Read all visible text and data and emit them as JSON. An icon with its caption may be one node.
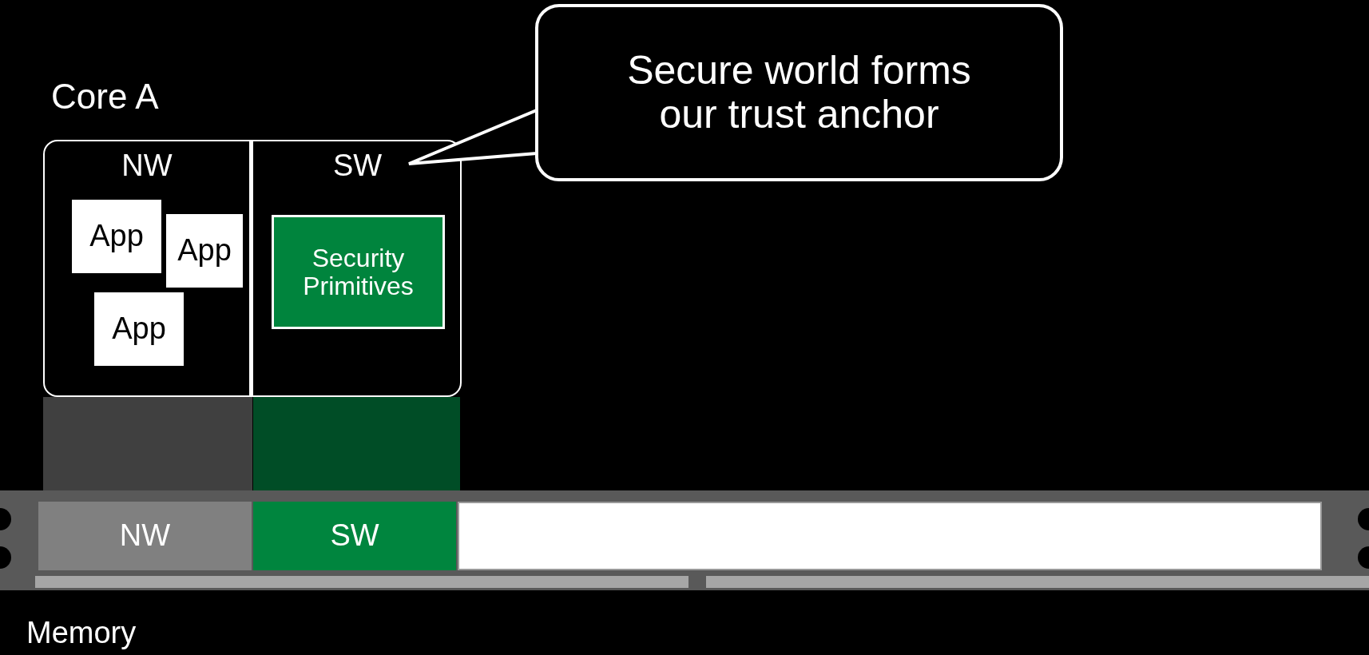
{
  "diagram": {
    "nodes": [
      {
        "text": [
          "Core A"
        ]
      },
      {
        "text": [
          "NW"
        ],
        "in": 0
      },
      {
        "text": [
          "App"
        ],
        "in": 1
      },
      {
        "text": [
          "App"
        ],
        "in": 1
      },
      {
        "text": [
          "App"
        ],
        "in": 1
      },
      {
        "text": [
          "SW"
        ],
        "in": 0
      },
      {
        "text": [
          "Security Primitives"
        ],
        "in": 5
      },
      {
        "text": [
          "Secure world forms our trust anchor"
        ]
      },
      {
        "text": [
          "Memory"
        ]
      },
      {
        "text": [
          "NW"
        ],
        "in": 8
      },
      {
        "text": [
          "SW"
        ],
        "in": 8
      },
      {
        "text": [],
        "shape": "bar",
        "in": 8
      }
    ],
    "edges": [
      {
        "from": 7,
        "to": 5,
        "arrow": "none"
      }
    ]
  }
}
